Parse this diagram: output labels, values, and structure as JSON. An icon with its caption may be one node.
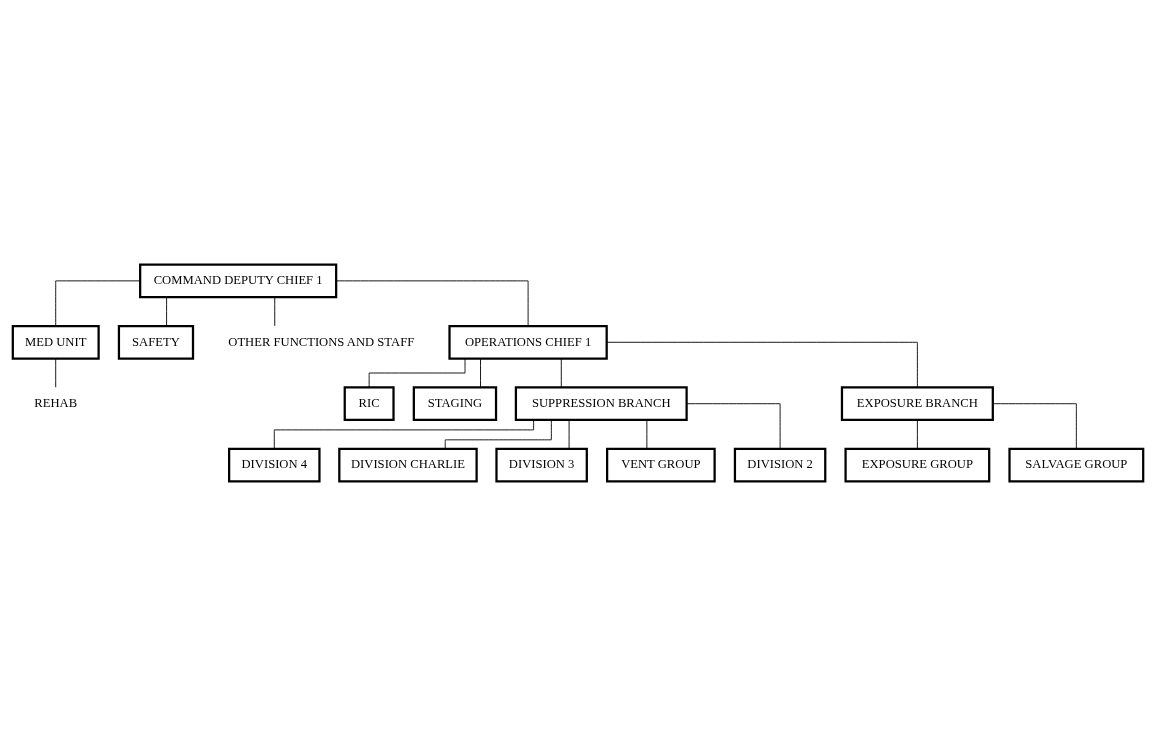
{
  "diagram": {
    "nodes": [
      {
        "text": [
          "COMMAND DEPUTY CHIEF 1"
        ]
      },
      {
        "text": [
          "MED UNIT"
        ]
      },
      {
        "text": [
          "SAFETY"
        ]
      },
      {
        "text": [
          "REHAB"
        ]
      },
      {
        "text": [
          "OTHER FUNCTIONS AND STAFF"
        ]
      },
      {
        "text": [
          "OPERATIONS CHIEF 1"
        ]
      },
      {
        "text": [
          "RIC"
        ]
      },
      {
        "text": [
          "STAGING"
        ]
      },
      {
        "text": [
          "SUPPRESSION BRANCH"
        ]
      },
      {
        "text": [
          "EXPOSURE BRANCH"
        ]
      },
      {
        "text": [
          "DIVISION 4"
        ]
      },
      {
        "text": [
          "DIVISION CHARLIE"
        ]
      },
      {
        "text": [
          "DIVISION 3"
        ]
      },
      {
        "text": [
          "VENT GROUP"
        ]
      },
      {
        "text": [
          "DIVISION 2"
        ]
      },
      {
        "text": [
          "EXPOSURE GROUP"
        ]
      },
      {
        "text": [
          "SALVAGE GROUP"
        ]
      }
    ],
    "edges": [
      {
        "from": 0,
        "to": 1,
        "arrow": "none"
      },
      {
        "from": 0,
        "to": 2,
        "arrow": "none"
      },
      {
        "from": 0,
        "to": 4,
        "arrow": "none"
      },
      {
        "from": 0,
        "to": 5,
        "arrow": "none"
      },
      {
        "from": 1,
        "to": 3,
        "arrow": "none"
      },
      {
        "from": 5,
        "to": 6,
        "arrow": "none"
      },
      {
        "from": 5,
        "to": 7,
        "arrow": "none"
      },
      {
        "from": 5,
        "to": 8,
        "arrow": "none"
      },
      {
        "from": 5,
        "to": 9,
        "arrow": "none"
      },
      {
        "from": 8,
        "to": 10,
        "arrow": "none"
      },
      {
        "from": 8,
        "to": 11,
        "arrow": "none"
      },
      {
        "from": 8,
        "to": 12,
        "arrow": "none"
      },
      {
        "from": 8,
        "to": 13,
        "arrow": "none"
      },
      {
        "from": 8,
        "to": 14,
        "arrow": "none"
      },
      {
        "from": 9,
        "to": 15,
        "arrow": "none"
      },
      {
        "from": 9,
        "to": 16,
        "arrow": "none"
      }
    ]
  }
}
